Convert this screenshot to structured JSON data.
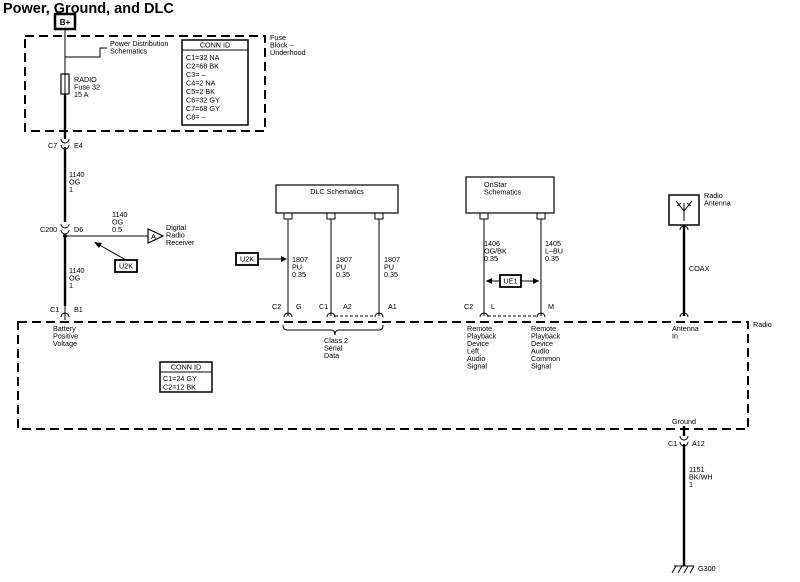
{
  "title": "Power, Ground, and DLC",
  "battery_label": "B+",
  "fuse_block": {
    "label_lines": [
      "Fuse",
      "Block –",
      "Underhood"
    ],
    "power_dist_lines": [
      "Power Distribution",
      "Schematics"
    ],
    "fuse_lines": [
      "RADIO",
      "Fuse 32",
      "15 A"
    ],
    "conn_title": "CONN ID",
    "conn_rows": [
      "C1=32 NA",
      "C2=68 BK",
      "C3= –",
      "C4=2 NA",
      "C5=2 BK",
      "C6=32 GY",
      "C7=68 GY",
      "C8= –"
    ]
  },
  "power_wire": {
    "c7": "C7",
    "e4": "E4",
    "wire1_lines": [
      "1140",
      "OG",
      "1"
    ],
    "c200": "C200",
    "d6": "D6",
    "branch_lines": [
      "1140",
      "OG",
      "0.5"
    ],
    "connector_letter": "A",
    "receiver_lines": [
      "Digital",
      "Radio",
      "Receiver"
    ],
    "u2k": "U2K",
    "wire2_lines": [
      "1140",
      "OG",
      "1"
    ],
    "c1": "C1",
    "b1": "B1",
    "pin_label_lines": [
      "Battery",
      "Positive",
      "Voltage"
    ]
  },
  "dlc": {
    "box_label": "DLC Schematics",
    "u2k": "U2K",
    "wires": [
      {
        "lines": [
          "1807",
          "PU",
          "0.35"
        ]
      },
      {
        "lines": [
          "1807",
          "PU",
          "0.35"
        ]
      },
      {
        "lines": [
          "1807",
          "PU",
          "0.35"
        ]
      }
    ],
    "pins": [
      {
        "conn": "C2",
        "pin": "G"
      },
      {
        "conn": "C1",
        "pin": "A2"
      },
      {
        "conn": "",
        "pin": "A1"
      }
    ],
    "bracket_lines": [
      "Class 2",
      "Serial",
      "Data"
    ]
  },
  "onstar": {
    "box_lines": [
      "OnStar",
      "Schematics"
    ],
    "wires": [
      {
        "lines": [
          "1406",
          "OG/BK",
          "0.35"
        ]
      },
      {
        "lines": [
          "1405",
          "L–BU",
          "0.35"
        ]
      }
    ],
    "ue1": "UE1",
    "pins": [
      {
        "conn": "C2",
        "pin": "L"
      },
      {
        "conn": "",
        "pin": "M"
      }
    ],
    "pin_labels": [
      [
        "Remote",
        "Playback",
        "Device",
        "Left",
        "Audio",
        "Signal"
      ],
      [
        "Remote",
        "Playback",
        "Device",
        "Audio",
        "Common",
        "Signal"
      ]
    ]
  },
  "antenna": {
    "label_lines": [
      "Radio",
      "Antenna"
    ],
    "coax": "COAX",
    "pin_label_lines": [
      "Antenna",
      "In"
    ]
  },
  "radio": {
    "label": "Radio",
    "conn_title": "CONN ID",
    "conn_rows": [
      "C1=24 GY",
      "C2=12 BK"
    ]
  },
  "ground": {
    "label": "Ground",
    "c1": "C1",
    "a12": "A12",
    "wire_lines": [
      "1151",
      "BK/WH",
      "1"
    ],
    "g300": "G300"
  }
}
